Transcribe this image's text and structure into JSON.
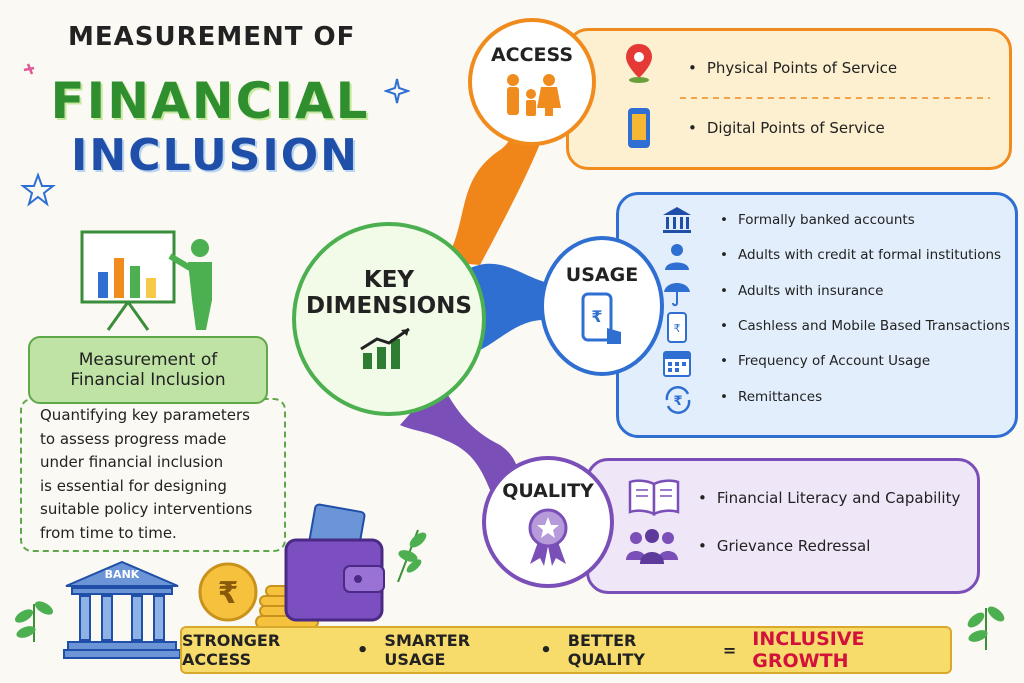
{
  "header": {
    "line1": "MEASUREMENT OF",
    "line2": "FINANCIAL",
    "line3": "INCLUSION"
  },
  "definition": {
    "title_line1": "Measurement of",
    "title_line2": "Financial Inclusion",
    "body_lines": [
      "Quantifying key parameters",
      "to assess progress made",
      "under financial inclusion",
      "is essential for designing",
      "suitable policy interventions",
      "from time to time."
    ]
  },
  "center": {
    "line1": "KEY",
    "line2": "DIMENSIONS"
  },
  "access": {
    "label": "ACCESS",
    "items": [
      "Physical Points of Service",
      "Digital Points of Service"
    ],
    "icons": [
      "map-pin-icon",
      "mobile-phone-icon"
    ]
  },
  "usage": {
    "label": "USAGE",
    "items": [
      "Formally banked accounts",
      "Adults with credit at formal institutions",
      "Adults with insurance",
      "Cashless and Mobile Based Transactions",
      "Frequency of Account Usage",
      "Remittances"
    ],
    "icons": [
      "bank-icon",
      "person-icon",
      "umbrella-icon",
      "phone-rupee-icon",
      "calendar-icon",
      "rupee-cycle-icon"
    ]
  },
  "quality": {
    "label": "QUALITY",
    "items": [
      "Financial Literacy and Capability",
      "Grievance Redressal"
    ],
    "icons": [
      "open-book-icon",
      "people-group-icon"
    ]
  },
  "bank_label": "BANK",
  "footer": {
    "part1": "STRONGER ACCESS",
    "part2": "SMARTER USAGE",
    "part3": "BETTER QUALITY",
    "equals": "=",
    "result": "INCLUSIVE GROWTH",
    "separator": "•"
  },
  "colors": {
    "access": "#f08c1e",
    "usage": "#2f6fd1",
    "quality": "#7a4fb8",
    "center": "#4caf50",
    "highlight": "#d2123c"
  }
}
